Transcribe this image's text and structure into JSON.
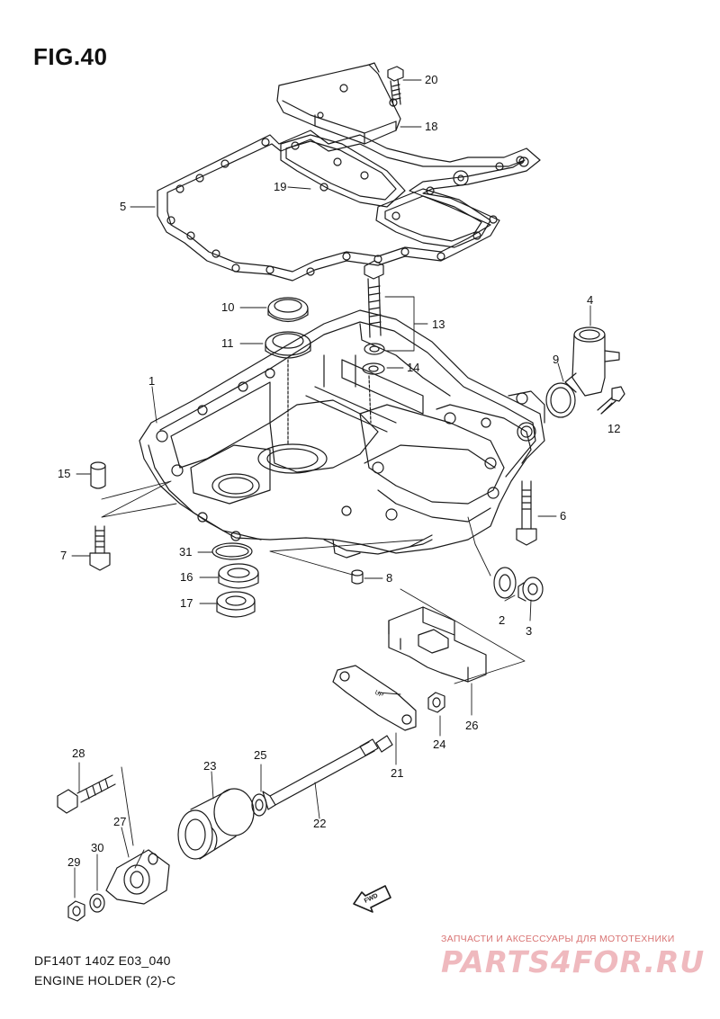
{
  "figure": {
    "title": "FIG.40",
    "model_code": "DF140T 140Z E03_040",
    "name": "ENGINE HOLDER (2)-C"
  },
  "watermark": {
    "tagline": "ЗАПЧАСТИ И АКСЕССУАРЫ ДЛЯ МОТОТЕХНИКИ",
    "logo_text": "PARTS4FOR.RU",
    "color": "#e3808a"
  },
  "part_labels": [
    "1",
    "2",
    "3",
    "4",
    "5",
    "6",
    "7",
    "8",
    "9",
    "10",
    "11",
    "12",
    "13",
    "14",
    "15",
    "16",
    "17",
    "18",
    "19",
    "20",
    "21",
    "22",
    "23",
    "24",
    "25",
    "26",
    "27",
    "28",
    "29",
    "30",
    "31"
  ],
  "embossed_text": {
    "gasket_mark": "UP",
    "direction_arrow": "FWD"
  }
}
